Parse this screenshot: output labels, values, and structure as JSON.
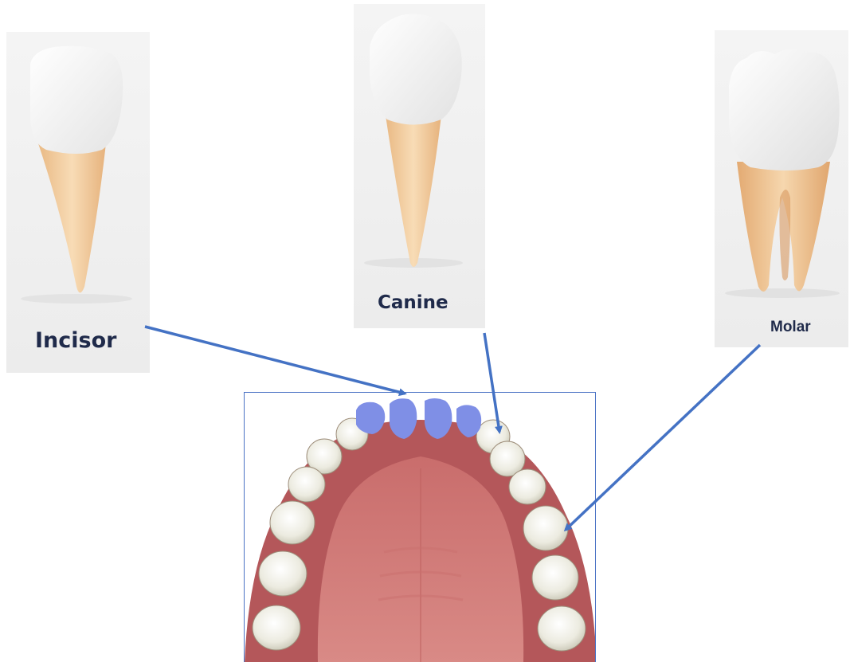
{
  "labels": {
    "incisor": "Incisor",
    "canine": "Canine",
    "molar": "Molar"
  },
  "colors": {
    "arrow": "#4472c4",
    "highlighted_incisors": "#7f8fe6",
    "enamel": "#ffffff",
    "root": "#f2cfa2",
    "gum": "#b8585a",
    "palate": "#d6807e",
    "label_text": "#1f2a4a"
  },
  "icons": {
    "incisor_tooth": "incisor-tooth-illustration",
    "canine_tooth": "canine-tooth-illustration",
    "molar_tooth": "molar-tooth-illustration",
    "upper_jaw": "upper-dental-arch-illustration"
  }
}
